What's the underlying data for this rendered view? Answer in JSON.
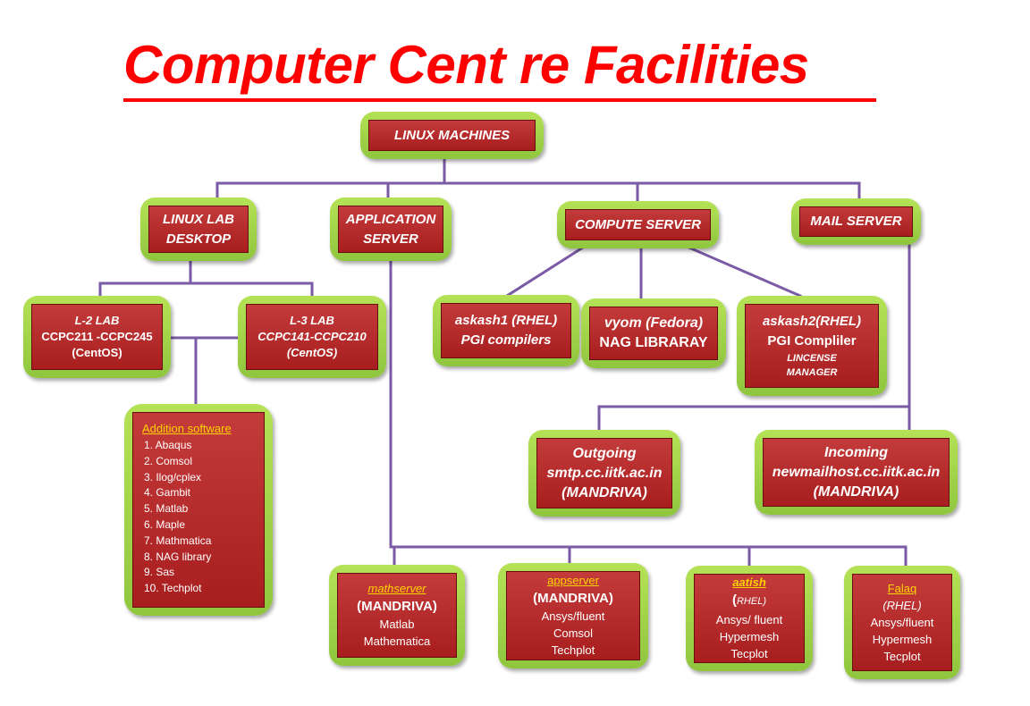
{
  "title": "Computer Cent re Facilities",
  "root": "LINUX MACHINES",
  "branches": {
    "lab_desktop": [
      "LINUX LAB",
      "DESKTOP"
    ],
    "app_server": [
      "APPLICATION",
      "SERVER"
    ],
    "compute_server": "COMPUTE SERVER",
    "mail_server": "MAIL SERVER"
  },
  "labs": {
    "l2": [
      "L-2 LAB",
      "CCPC211 -CCPC245",
      "(CentOS)"
    ],
    "l3": [
      "L-3 LAB",
      "CCPC141-CCPC210",
      "(CentOS)"
    ]
  },
  "software": {
    "heading": "Addition software",
    "items": [
      "1. Abaqus",
      "2. Comsol",
      "3. Ilog/cplex",
      "4. Gambit",
      "5. Matlab",
      "6. Maple",
      "7. Mathmatica",
      "8. NAG library",
      "9. Sas",
      "10. Techplot"
    ]
  },
  "compute": {
    "askash1": [
      "askash1 (RHEL)",
      "PGI compilers"
    ],
    "vyom": [
      "vyom (Fedora)",
      "NAG  LIBRARAY"
    ],
    "askash2": [
      "askash2(RHEL)",
      "PGI Compliler",
      "LINCENSE",
      "MANAGER"
    ]
  },
  "mail": {
    "outgoing": [
      "Outgoing",
      "smtp.cc.iitk.ac.in",
      "(MANDRIVA)"
    ],
    "incoming": [
      "Incoming",
      "newmailhost.cc.iitk.ac.in",
      "(MANDRIVA)"
    ]
  },
  "servers": {
    "mathserver": {
      "name": "mathserver",
      "os": "(MANDRIVA)",
      "apps": [
        "Matlab",
        "Mathematica"
      ]
    },
    "appserver": {
      "name": "appserver",
      "os": "(MANDRIVA)",
      "apps": [
        "Ansys/fluent",
        "Comsol",
        "Techplot"
      ]
    },
    "aatish": {
      "name": "aatish",
      "os_prefix": "(",
      "os": "RHEL)",
      "apps": [
        "Ansys/ fluent",
        "Hypermesh",
        "Tecplot"
      ]
    },
    "falaq": {
      "name": "Falaq",
      "os": "(RHEL)",
      "apps": [
        "Ansys/fluent",
        "Hypermesh",
        "Tecplot"
      ]
    }
  },
  "colors": {
    "title": "#ff0000",
    "connector": "#7b5aa6",
    "box_fill": "#b82c2c",
    "box_frame": "#9ccf44",
    "highlight": "#ffd400"
  }
}
